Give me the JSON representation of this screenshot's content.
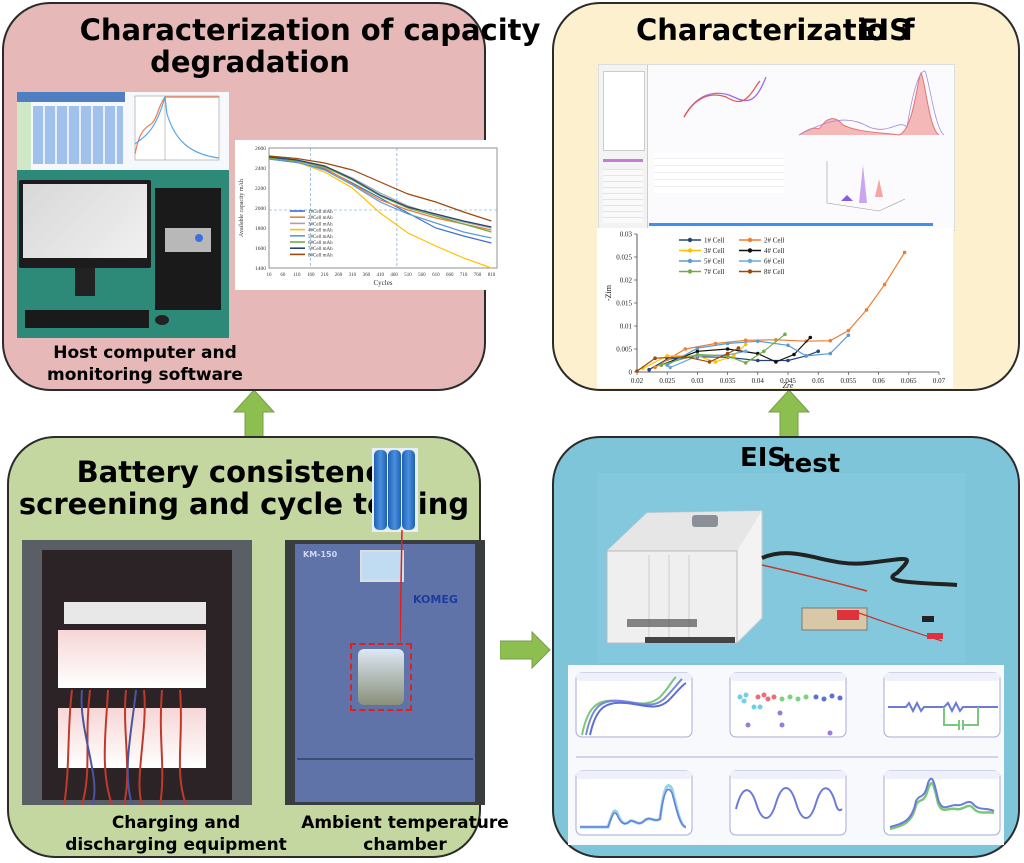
{
  "panels": {
    "capacity": {
      "title_line1": "Characterization of capacity",
      "title_line2": "degradation",
      "caption_line1": "Host computer and",
      "caption_line2": "monitoring software",
      "bg_color": "#e6b8b7"
    },
    "eis_char": {
      "title": "Characterization of EIS",
      "title_rendered_a": "Characterizatio",
      "title_rendered_b": "EIS",
      "title_rendered_c": "f",
      "bg_color": "#fdf0cf"
    },
    "battery": {
      "title_line1": "Battery consistency",
      "title_line2": "screening and cycle testing",
      "caption_left_line1": "Charging and",
      "caption_left_line2": "discharging equipment",
      "caption_right_line1": "Ambient temperature",
      "caption_right_line2": "chamber",
      "chamber_model": "KM-150",
      "chamber_brand": "KOMEG",
      "bg_color": "#c4d7a0"
    },
    "eis_test": {
      "title_a": "EIS",
      "title_b": "test",
      "bg_color": "#7fc5d9"
    }
  },
  "arrow_color": "#8cbf4f",
  "chart_data": [
    {
      "type": "line",
      "title": "",
      "xlabel": "Cycles",
      "ylabel": "Available capacity mAh",
      "xlim": [
        10,
        830
      ],
      "ylim": [
        1400,
        2600
      ],
      "x_ticks": [
        "10",
        "60",
        "110",
        "160",
        "210",
        "260",
        "310",
        "360",
        "410",
        "460",
        "510",
        "560",
        "610",
        "660",
        "710",
        "760",
        "810"
      ],
      "y_ticks": [
        "1400",
        "1600",
        "1800",
        "2000",
        "2200",
        "2400",
        "2600"
      ],
      "x": [
        10,
        110,
        210,
        310,
        410,
        510,
        610,
        710,
        810
      ],
      "series": [
        {
          "name": "1#Cell mAh",
          "color": "#3f6fd1",
          "values": [
            2490,
            2455,
            2390,
            2250,
            2100,
            1950,
            1800,
            1720,
            1650
          ]
        },
        {
          "name": "2#Cell mAh",
          "color": "#ed7d31",
          "values": [
            2510,
            2480,
            2400,
            2240,
            2080,
            1980,
            1900,
            1840,
            1780
          ]
        },
        {
          "name": "3#Cell mAh",
          "color": "#a5a5a5",
          "values": [
            2500,
            2480,
            2420,
            2300,
            2150,
            2020,
            1930,
            1860,
            1800
          ]
        },
        {
          "name": "4#Cell mAh",
          "color": "#ffc000",
          "values": [
            2500,
            2460,
            2360,
            2200,
            1950,
            1750,
            1620,
            1500,
            1400
          ]
        },
        {
          "name": "5#Cell mAh",
          "color": "#5b9bd5",
          "values": [
            2490,
            2460,
            2380,
            2230,
            2060,
            1940,
            1850,
            1760,
            1700
          ]
        },
        {
          "name": "6#Cell mAh",
          "color": "#70ad47",
          "values": [
            2500,
            2470,
            2410,
            2280,
            2120,
            2000,
            1920,
            1840,
            1760
          ]
        },
        {
          "name": "7#Cell mAh",
          "color": "#264478",
          "values": [
            2510,
            2480,
            2420,
            2290,
            2130,
            2010,
            1940,
            1870,
            1810
          ]
        },
        {
          "name": "8#Cell mAh",
          "color": "#9e480e",
          "values": [
            2520,
            2495,
            2450,
            2380,
            2260,
            2140,
            2060,
            1960,
            1870
          ]
        }
      ],
      "legend": "center-left",
      "grid": false
    },
    {
      "type": "scatter",
      "title": "",
      "xlabel": "Zre",
      "ylabel": "-Zim",
      "xlim": [
        0.02,
        0.07
      ],
      "ylim": [
        0,
        0.03
      ],
      "x_ticks": [
        "0.02",
        "0.025",
        "0.03",
        "0.035",
        "0.04",
        "0.045",
        "0.05",
        "0.055",
        "0.06",
        "0.065",
        "0.07"
      ],
      "y_ticks": [
        "0",
        "0.005",
        "0.01",
        "0.015",
        "0.02",
        "0.025",
        "0.03"
      ],
      "series": [
        {
          "name": "1# Cell",
          "color": "#264478",
          "x": [
            0.022,
            0.025,
            0.03,
            0.035,
            0.04,
            0.045,
            0.048,
            0.05
          ],
          "y": [
            0.0005,
            0.0028,
            0.0033,
            0.0032,
            0.0025,
            0.0025,
            0.0035,
            0.0045
          ]
        },
        {
          "name": "2# Cell",
          "color": "#ed7d31",
          "x": [
            0.023,
            0.028,
            0.033,
            0.038,
            0.043,
            0.048,
            0.052,
            0.055,
            0.058,
            0.061,
            0.0643
          ],
          "y": [
            0.001,
            0.005,
            0.0062,
            0.0069,
            0.007,
            0.0067,
            0.0068,
            0.009,
            0.0135,
            0.019,
            0.026
          ]
        },
        {
          "name": "3# Cell",
          "color": "#ffc000",
          "x": [
            0.021,
            0.025,
            0.03,
            0.033,
            0.036,
            0.038
          ],
          "y": [
            0.0008,
            0.0035,
            0.0035,
            0.0022,
            0.0035,
            0.006
          ]
        },
        {
          "name": "4# Cell",
          "color": "#111111",
          "x": [
            0.024,
            0.03,
            0.035,
            0.04,
            0.043,
            0.046,
            0.0487
          ],
          "y": [
            0.0015,
            0.0045,
            0.005,
            0.004,
            0.0022,
            0.0038,
            0.0075
          ]
        },
        {
          "name": "5# Cell",
          "color": "#5b9bd5",
          "x": [
            0.025,
            0.03,
            0.035,
            0.04,
            0.045,
            0.048,
            0.052,
            0.055
          ],
          "y": [
            0.0015,
            0.0052,
            0.0062,
            0.0067,
            0.0058,
            0.0035,
            0.004,
            0.008
          ]
        },
        {
          "name": "6# Cell",
          "color": "#6fa8dc",
          "x": [
            0.0255,
            0.03,
            0.035,
            0.038
          ],
          "y": [
            0.001,
            0.0035,
            0.0037,
            0.0045
          ]
        },
        {
          "name": "7# Cell",
          "color": "#70ad47",
          "x": [
            0.024,
            0.03,
            0.035,
            0.038,
            0.041,
            0.0445
          ],
          "y": [
            0.0015,
            0.0038,
            0.0035,
            0.002,
            0.0045,
            0.0082
          ]
        },
        {
          "name": "8# Cell",
          "color": "#9e480e",
          "x": [
            0.02,
            0.023,
            0.028,
            0.032,
            0.035,
            0.0368
          ],
          "y": [
            0.0002,
            0.003,
            0.0033,
            0.0022,
            0.004,
            0.0052
          ]
        }
      ],
      "legend": "top-left",
      "grid": false
    }
  ]
}
